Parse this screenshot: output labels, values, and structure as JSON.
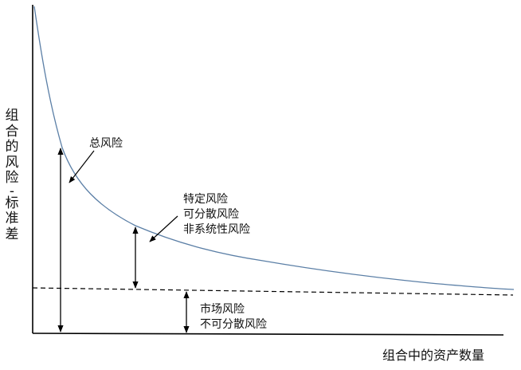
{
  "diagram": {
    "title": "",
    "axes": {
      "y_label": "组合的风险-标准差",
      "x_label": "组合中的资产数量"
    },
    "annotations": {
      "total_risk": "总风险",
      "specific_risk": [
        "特定风险",
        "可分散风险",
        "非系统性风险"
      ],
      "market_risk": [
        "市场风险",
        "不可分散风险"
      ]
    },
    "colors": {
      "curve": "#5b7fa6",
      "axis": "#000000",
      "dashed_line": "#000000"
    }
  },
  "chart_data": {
    "type": "line",
    "title": "",
    "xlabel": "组合中的资产数量",
    "ylabel": "组合的风险-标准差",
    "grid": false,
    "series": [
      {
        "name": "总风险 (portfolio risk curve)",
        "description": "hyperbolic decay toward market-risk floor"
      },
      {
        "name": "市场风险 (systematic risk floor)",
        "description": "dashed horizontal asymptote"
      }
    ],
    "annotations": [
      "总风险",
      "特定风险 / 可分散风险 / 非系统性风险",
      "市场风险 / 不可分散风险"
    ]
  }
}
